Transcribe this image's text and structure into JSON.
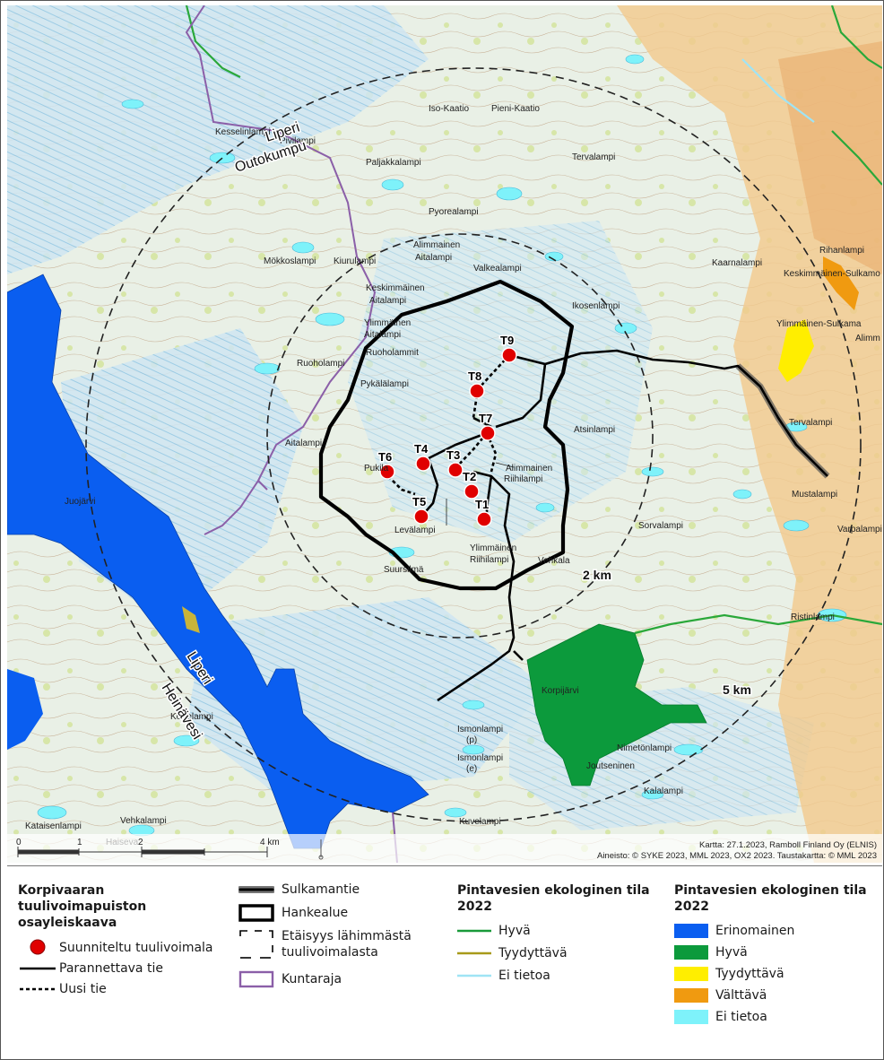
{
  "map": {
    "place_labels": [
      "Kesselinlampi",
      "Pivilampi",
      "Iso-Kaatio",
      "Pieni-Kaatio",
      "Paljakkalampi",
      "Tervalampi",
      "Pyorealampi",
      "Alimmainen",
      "Aitalampi",
      "Mökkoslampi",
      "Kiurulampi",
      "Valkealampi",
      "Keskimmäinen",
      "Aitalampi",
      "Ylimmäinen",
      "Aitalampi",
      "Ikosenlampi",
      "Ruoholampi",
      "Ruoholammit",
      "Pykälälampi",
      "Aitalampi",
      "Juojärvi",
      "Alimmainen",
      "Riihilampi",
      "Atsinlampi",
      "Levälampi",
      "Ylimmäinen",
      "Riihilampi",
      "Sorvalampi",
      "Suursilmä",
      "Vehkala",
      "Mustalampi",
      "Varpalampi",
      "Tervalampi",
      "Ristinlampi",
      "Korpijärvi",
      "Kortelampi",
      "Ismonlampi",
      "(p)",
      "Ismonlampi",
      "(e)",
      "Nimetönlampi",
      "Joutseninen",
      "Kalalampi",
      "Kuvelampi",
      "Kataisenlampi",
      "Vehkalampi",
      "Haiseva",
      "Rihanlampi",
      "Kaarnalampi",
      "Keskimmäinen-Sulkamo",
      "Ylimmäinen-Sulkama",
      "Alimm",
      "Pukila"
    ],
    "municipality_labels": [
      "Liperi",
      "Outokumpu",
      "Liperi",
      "Heinävesi"
    ],
    "turbines": [
      "T1",
      "T2",
      "T3",
      "T4",
      "T5",
      "T6",
      "T7",
      "T8",
      "T9"
    ],
    "ring_labels": [
      "2 km",
      "5 km"
    ],
    "scalebar": {
      "ticks": [
        "0",
        "1",
        "2",
        "4 km"
      ]
    },
    "credits": {
      "line1": "Kartta: 27.1.2023, Ramboll Finland Oy (ELNIS)",
      "line2": "Aineisto: © SYKE 2023, MML 2023, OX2 2023. Taustakartta: © MML 2023"
    }
  },
  "legend": {
    "col1": {
      "title_lines": [
        "Korpivaaran",
        "tuulivoimapuiston",
        "osayleiskaava"
      ],
      "items": [
        {
          "label": "Suunniteltu tuulivoimala"
        },
        {
          "label": "Parannettava tie"
        },
        {
          "label": "Uusi tie"
        }
      ]
    },
    "col2": {
      "items": [
        {
          "label": "Sulkamantie"
        },
        {
          "label": "Hankealue"
        },
        {
          "label_lines": [
            "Etäisyys lähimmästä",
            "tuulivoimalasta"
          ]
        },
        {
          "label": "Kuntaraja"
        }
      ]
    },
    "col3": {
      "title_lines": [
        "Pintavesien ekologinen tila",
        "2022"
      ],
      "items": [
        {
          "label": "Hyvä",
          "color": "#1a9a3a"
        },
        {
          "label": "Tyydyttävä",
          "color": "#a89a1a"
        },
        {
          "label": "Ei tietoa",
          "color": "#9fe4f5"
        }
      ]
    },
    "col4": {
      "title_lines": [
        "Pintavesien ekologinen tila",
        "2022"
      ],
      "items": [
        {
          "label": "Erinomainen",
          "color": "#0a5ef0"
        },
        {
          "label": "Hyvä",
          "color": "#0c9a3c"
        },
        {
          "label": "Tyydyttävä",
          "color": "#ffee00"
        },
        {
          "label": "Välttävä",
          "color": "#f09a10"
        },
        {
          "label": "Ei tietoa",
          "color": "#7ef2fa"
        }
      ]
    }
  }
}
